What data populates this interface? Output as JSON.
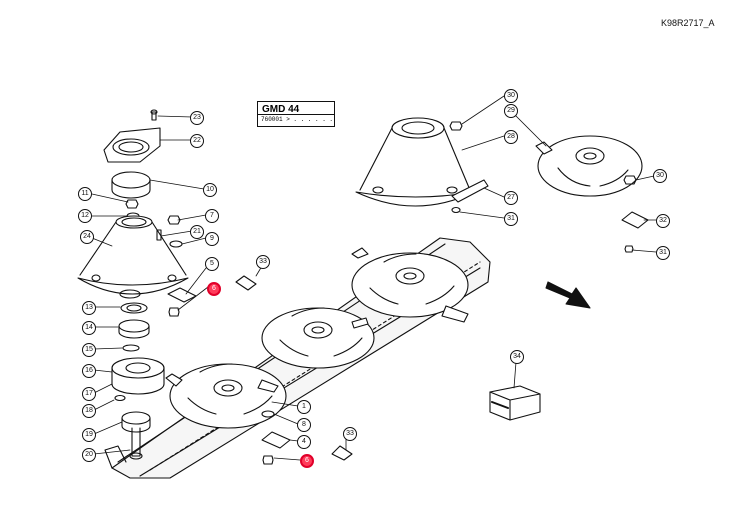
{
  "drawing_ref": "K98R2717_A",
  "model_box": {
    "title": "GMD 44",
    "serial": "760001 > . . . . . ."
  },
  "callouts": [
    {
      "id": "c23",
      "label": "23",
      "highlight": false
    },
    {
      "id": "c22",
      "label": "22",
      "highlight": false
    },
    {
      "id": "c10",
      "label": "10",
      "highlight": false
    },
    {
      "id": "c11",
      "label": "11",
      "highlight": false
    },
    {
      "id": "c12",
      "label": "12",
      "highlight": false
    },
    {
      "id": "c7",
      "label": "7",
      "highlight": false
    },
    {
      "id": "c21",
      "label": "21",
      "highlight": false
    },
    {
      "id": "c24",
      "label": "24",
      "highlight": false
    },
    {
      "id": "c9",
      "label": "9",
      "highlight": false
    },
    {
      "id": "c5",
      "label": "5",
      "highlight": false
    },
    {
      "id": "c6a",
      "label": "6",
      "highlight": true
    },
    {
      "id": "c33a",
      "label": "33",
      "highlight": false
    },
    {
      "id": "c13",
      "label": "13",
      "highlight": false
    },
    {
      "id": "c14",
      "label": "14",
      "highlight": false
    },
    {
      "id": "c15",
      "label": "15",
      "highlight": false
    },
    {
      "id": "c16",
      "label": "16",
      "highlight": false
    },
    {
      "id": "c17",
      "label": "17",
      "highlight": false
    },
    {
      "id": "c18",
      "label": "18",
      "highlight": false
    },
    {
      "id": "c19",
      "label": "19",
      "highlight": false
    },
    {
      "id": "c20",
      "label": "20",
      "highlight": false
    },
    {
      "id": "c1",
      "label": "1",
      "highlight": false
    },
    {
      "id": "c8",
      "label": "8",
      "highlight": false
    },
    {
      "id": "c4",
      "label": "4",
      "highlight": false
    },
    {
      "id": "c6b",
      "label": "6",
      "highlight": true
    },
    {
      "id": "c33b",
      "label": "33",
      "highlight": false
    },
    {
      "id": "c30a",
      "label": "30",
      "highlight": false
    },
    {
      "id": "c29",
      "label": "29",
      "highlight": false
    },
    {
      "id": "c28",
      "label": "28",
      "highlight": false
    },
    {
      "id": "c27",
      "label": "27",
      "highlight": false
    },
    {
      "id": "c31a",
      "label": "31",
      "highlight": false
    },
    {
      "id": "c30b",
      "label": "30",
      "highlight": false
    },
    {
      "id": "c32",
      "label": "32",
      "highlight": false
    },
    {
      "id": "c31b",
      "label": "31",
      "highlight": false
    },
    {
      "id": "c34",
      "label": "34",
      "highlight": false
    }
  ]
}
